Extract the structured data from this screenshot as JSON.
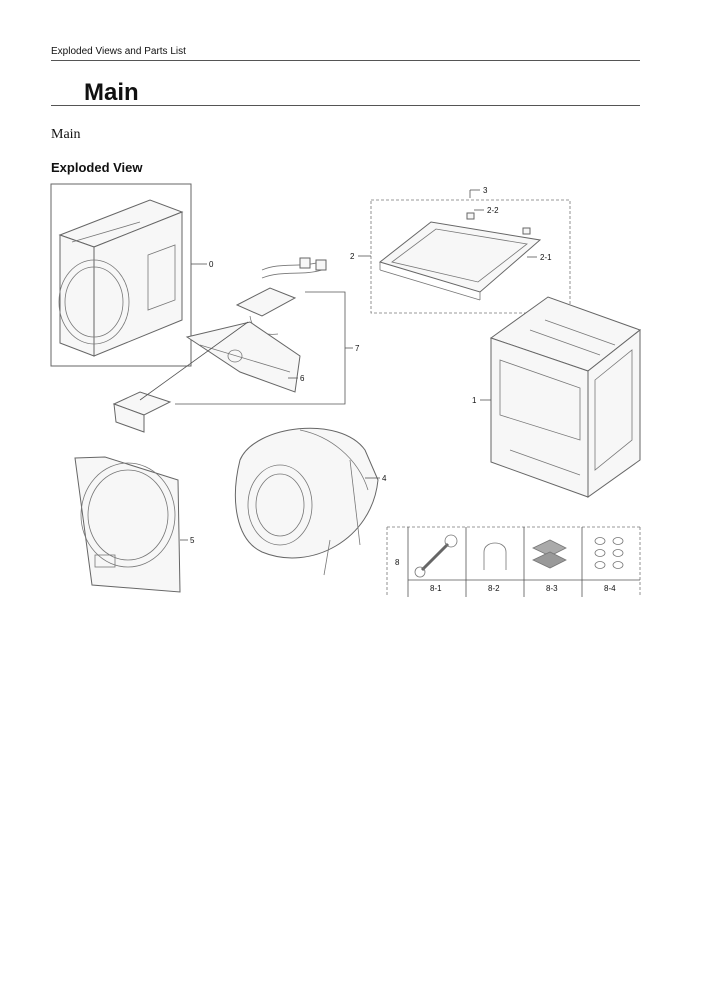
{
  "page": {
    "header": "Exploded Views and Parts List",
    "title": "Main",
    "subheading": "Main",
    "section_title": "Exploded View"
  },
  "callouts": {
    "c0": "0",
    "c1": "1",
    "c2": "2",
    "c2_1": "2-1",
    "c2_2": "2-2",
    "c3": "3",
    "c4": "4",
    "c5": "5",
    "c6": "6",
    "c7": "7",
    "c8": "8",
    "c8_1": "8-1",
    "c8_2": "8-2",
    "c8_3": "8-3",
    "c8_4": "8-4"
  }
}
